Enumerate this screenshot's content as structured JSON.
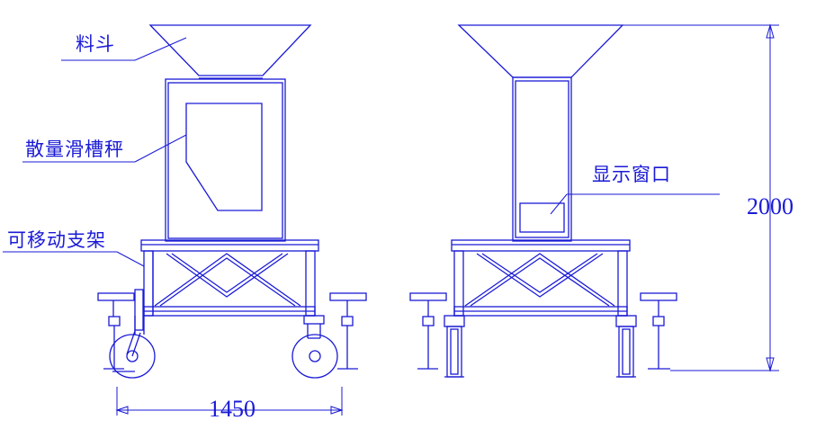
{
  "labels": {
    "hopper": "料斗",
    "scale": "散量滑槽秤",
    "frame": "可移动支架",
    "display_window": "显示窗口"
  },
  "dimensions": {
    "width": "1450",
    "height": "2000"
  },
  "colors": {
    "line": "#1a1ad6",
    "background": "#ffffff"
  }
}
